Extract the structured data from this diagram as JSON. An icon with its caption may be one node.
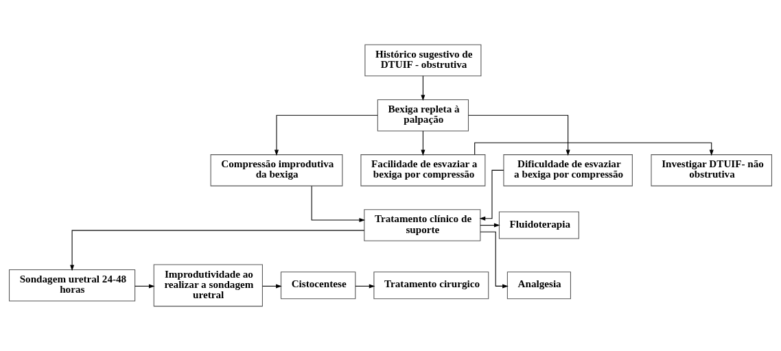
{
  "diagram": {
    "nodes": [
      {
        "text": [
          "Histórico sugestivo de DTUIF - obstrutiva"
        ]
      },
      {
        "text": [
          "Bexiga repleta à palpação"
        ]
      },
      {
        "text": [
          "Dificuldade de esvaziar a bexiga por compressão"
        ]
      },
      {
        "text": [
          "Compressão improdutiva da bexiga"
        ]
      },
      {
        "text": [
          "Facilidade de esvaziar a bexiga por compressão"
        ]
      },
      {
        "text": [
          "Investigar DTUIF- não obstrutiva"
        ]
      },
      {
        "text": [
          "Fluidoterapia"
        ]
      },
      {
        "text": [
          "Tratamento clínico de suporte"
        ]
      },
      {
        "text": [
          "Analgesia"
        ]
      },
      {
        "text": [
          "Sondagem uretral 24-48 horas"
        ]
      },
      {
        "text": [
          "Improdutividade ao realizar a sondagem uretral"
        ]
      },
      {
        "text": [
          "Cistocentese"
        ]
      },
      {
        "text": [
          "Tratamento cirurgico"
        ]
      }
    ],
    "edges": [
      {
        "from": 0,
        "to": 1,
        "arrow": "to"
      },
      {
        "from": 1,
        "to": 2,
        "arrow": "to"
      },
      {
        "from": 1,
        "to": 3,
        "arrow": "to"
      },
      {
        "from": 1,
        "to": 4,
        "arrow": "to"
      },
      {
        "from": 4,
        "to": 5,
        "arrow": "to"
      },
      {
        "from": 2,
        "to": 7,
        "arrow": "to"
      },
      {
        "from": 3,
        "to": 7,
        "arrow": "to"
      },
      {
        "from": 7,
        "to": 6,
        "arrow": "to"
      },
      {
        "from": 7,
        "to": 8,
        "arrow": "to"
      },
      {
        "from": 7,
        "to": 9,
        "arrow": "to"
      },
      {
        "from": 9,
        "to": 10,
        "arrow": "to"
      },
      {
        "from": 10,
        "to": 11,
        "arrow": "to"
      },
      {
        "from": 11,
        "to": 12,
        "arrow": "to"
      }
    ]
  }
}
